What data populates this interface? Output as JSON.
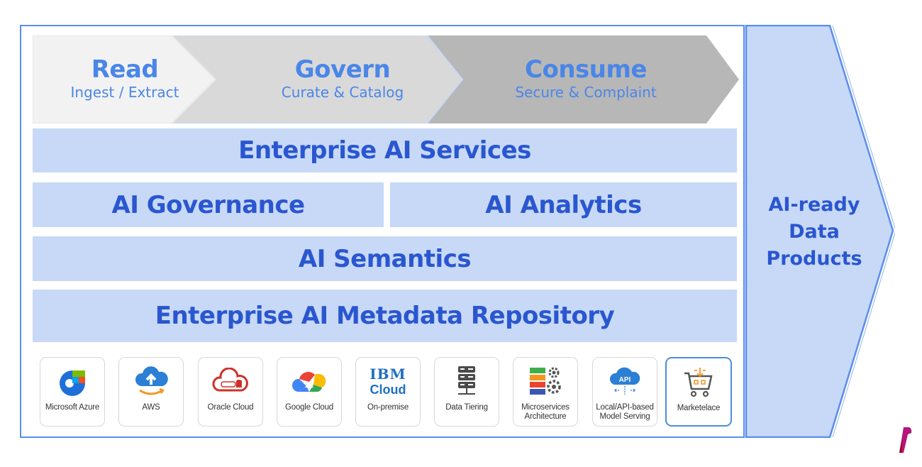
{
  "stages": [
    {
      "title": "Read",
      "subtitle": "Ingest / Extract",
      "fill": "#f2f2f2"
    },
    {
      "title": "Govern",
      "subtitle": "Curate & Catalog",
      "fill": "#d9d9d9"
    },
    {
      "title": "Consume",
      "subtitle": "Secure & Complaint",
      "fill": "#b7b7b7"
    }
  ],
  "layers": {
    "services": "Enterprise AI Services",
    "governance": "AI Governance",
    "analytics": "AI Analytics",
    "semantics": "AI Semantics",
    "repository": "Enterprise AI Metadata Repository"
  },
  "platforms": [
    {
      "label": "Microsoft Azure",
      "icon": "azure-icon"
    },
    {
      "label": "AWS",
      "icon": "aws-cloud-icon"
    },
    {
      "label": "Oracle Cloud",
      "icon": "oracle-cloud-icon"
    },
    {
      "label": "Google Cloud",
      "icon": "google-cloud-icon"
    },
    {
      "label": "On-premise",
      "icon": "ibm-cloud-icon",
      "icon_text_top": "IBM",
      "icon_text_bottom": "Cloud"
    },
    {
      "label": "Data Tiering",
      "icon": "server-stack-icon"
    },
    {
      "label": "Microservices Architecture",
      "icon": "microservices-gears-icon"
    },
    {
      "label": "Local/API-based Model Serving",
      "icon": "api-cloud-icon",
      "icon_text": "API"
    },
    {
      "label": "Marketelace",
      "icon": "shopping-cart-icon",
      "selected": true
    }
  ],
  "output": {
    "line1": "AI-ready",
    "line2": "Data",
    "line3": "Products"
  },
  "colors": {
    "accent": "#4a86e8",
    "layer_text": "#2a56d0",
    "layer_fill": "#c7d9f7",
    "frame": "#5b8def"
  }
}
